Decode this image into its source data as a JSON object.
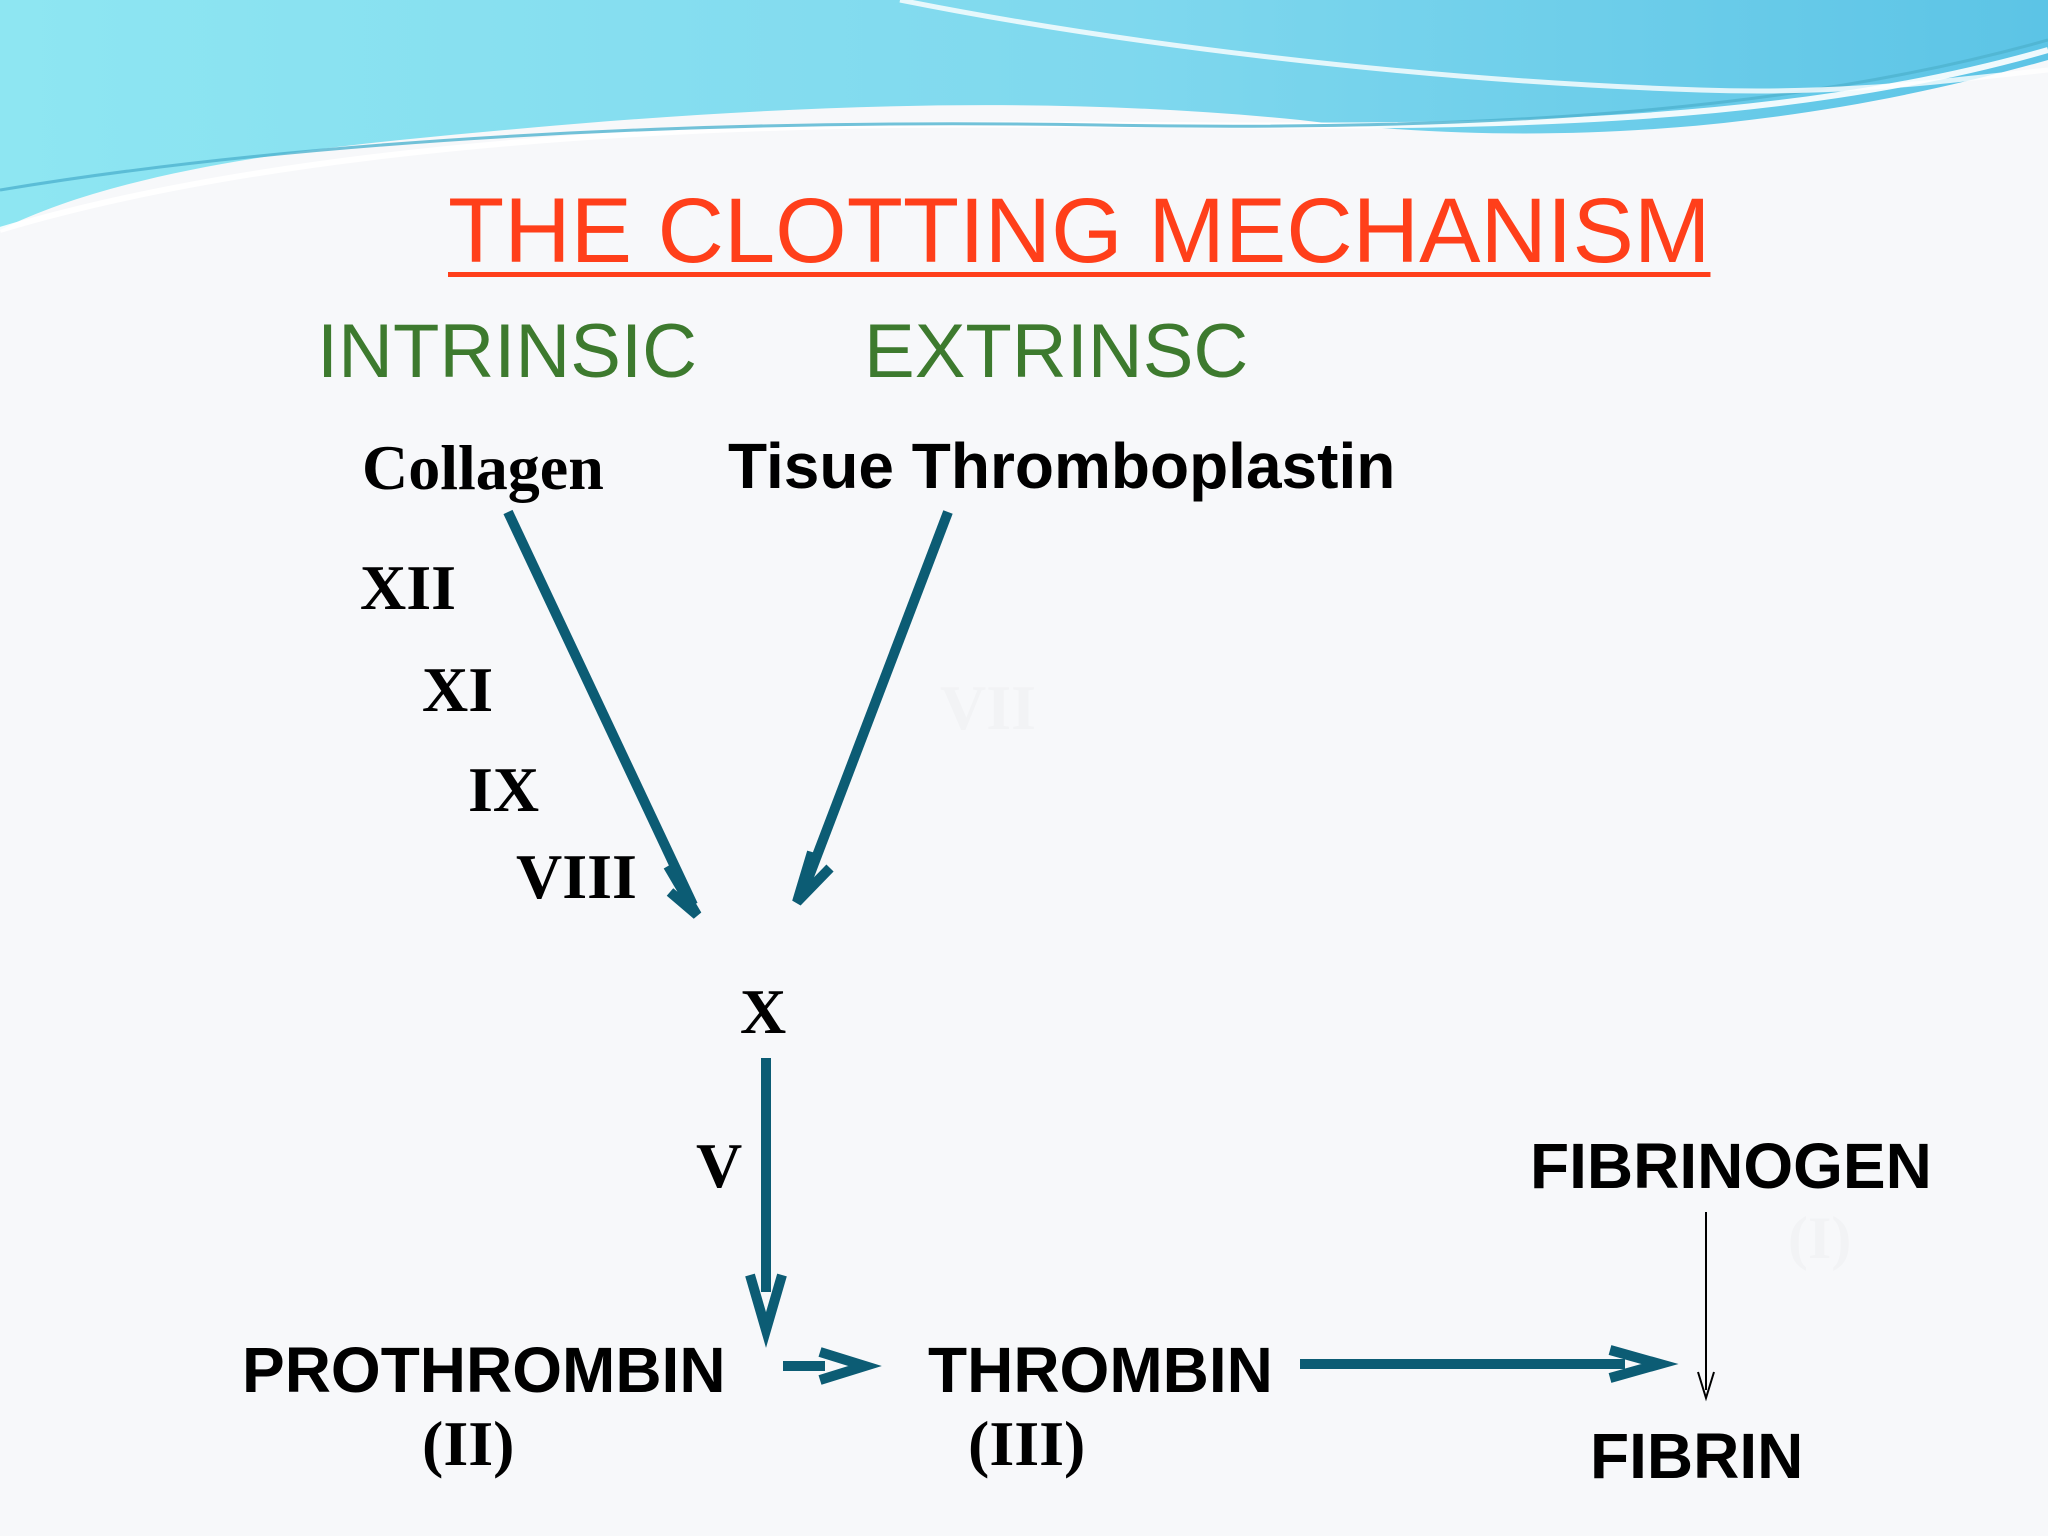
{
  "title": "THE CLOTTING MECHANISM",
  "pathways": {
    "intrinsic": "INTRINSIC",
    "extrinsic": "EXTRINSC"
  },
  "nodes": {
    "collagen": "Collagen",
    "tissue_thromboplastin": "Tisue Thromboplastin",
    "factor_xii": "XII",
    "factor_xi": "XI",
    "factor_ix": "IX",
    "factor_viii": "VIII",
    "factor_vii": "VII",
    "factor_x": "X",
    "factor_v": "V",
    "prothrombin": "PROTHROMBIN",
    "prothrombin_code": "(II)",
    "thrombin": "THROMBIN",
    "thrombin_code": "(III)",
    "fibrinogen": "FIBRINOGEN",
    "fibrinogen_code": "(I)",
    "fibrin": "FIBRIN"
  },
  "colors": {
    "title": "#ff3f1a",
    "pathway_label": "#3d7a2e",
    "arrow": "#0c5c74",
    "header_wave": "#7fd6ea"
  }
}
